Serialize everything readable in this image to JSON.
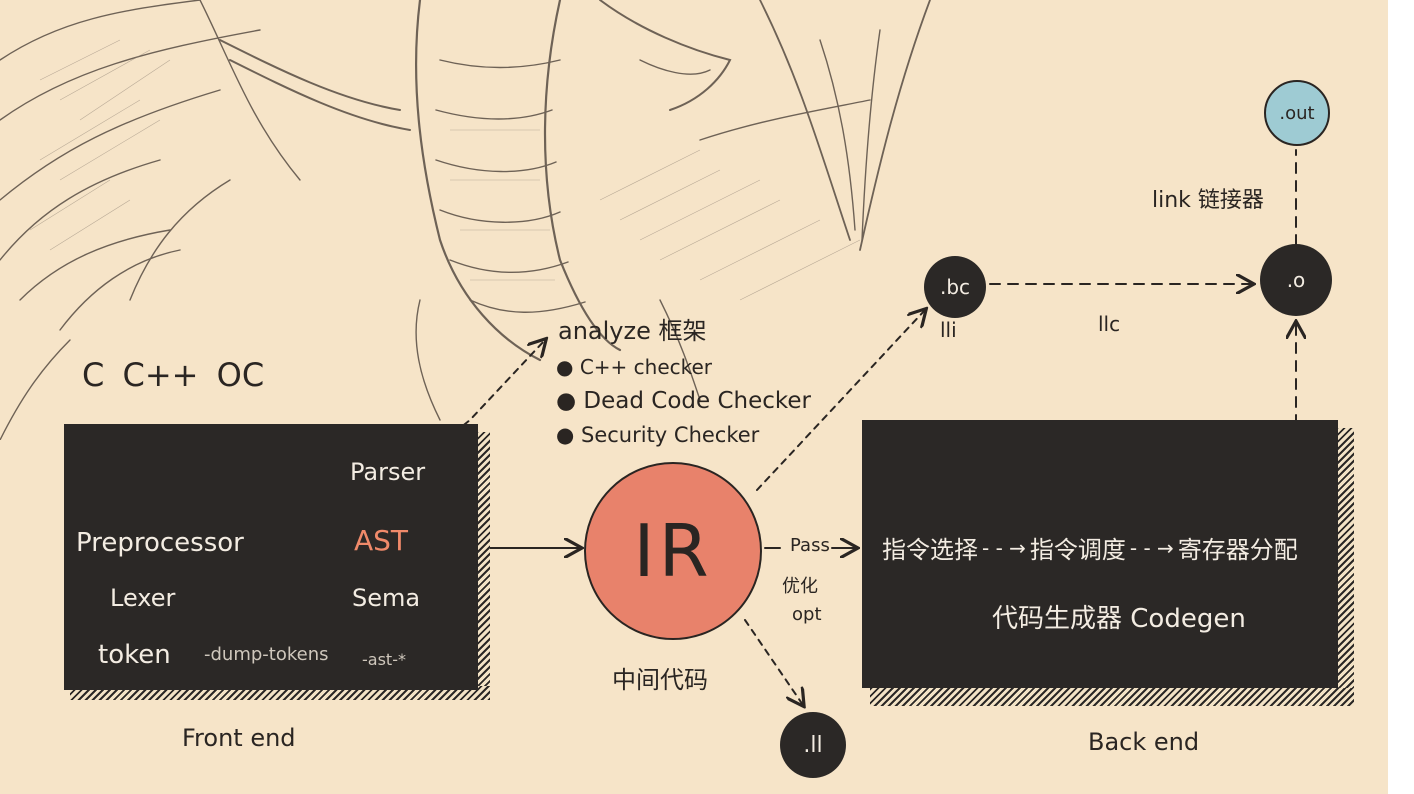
{
  "languages": "C  C++  OC",
  "frontend": {
    "preprocessor": "Preprocessor",
    "lexer": "Lexer",
    "token": "token",
    "parser": "Parser",
    "ast": "AST",
    "sema": "Sema",
    "dump_tokens": "-dump-tokens",
    "ast_flag": "-ast-*",
    "caption": "Front end"
  },
  "analyze": {
    "title": "analyze 框架",
    "items": [
      "C++ checker",
      "Dead Code Checker",
      "Security Checker"
    ]
  },
  "ir": {
    "label": "IR",
    "caption": "中间代码",
    "pass": "Pass",
    "optimize": "优化",
    "opt": "opt"
  },
  "nodes": {
    "bc": ".bc",
    "lli": "lli",
    "llc": "llc",
    "o": ".o",
    "out": ".out",
    "ll": ".ll",
    "link": "link 链接器"
  },
  "backend": {
    "steps": [
      "指令选择",
      "指令调度",
      "寄存器分配"
    ],
    "codegen": "代码生成器 Codegen",
    "caption": "Back end"
  },
  "colors": {
    "background": "#f6e4c8",
    "box": "#2b2826",
    "ir_fill": "#e8826b",
    "ast_text": "#f08a6a",
    "out_fill": "#9ecbd3"
  }
}
